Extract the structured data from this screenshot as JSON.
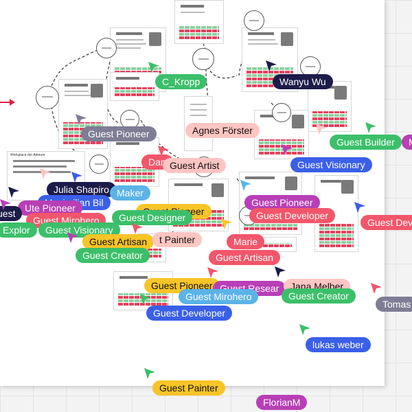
{
  "board": {
    "panel_title": "Workplace der Akteure",
    "accent_colors": {
      "red": "#e7405c",
      "green": "#8fcf9f",
      "connector": "#333333",
      "cursor_red": "#e21f45"
    }
  },
  "collaborators": [
    {
      "name": "C_Kropp",
      "color": "#3cbf6a",
      "text": "light"
    },
    {
      "name": "Wanyu Wu",
      "color": "#1d1b4a",
      "text": "light"
    },
    {
      "name": "Guest Pioneer",
      "color": "#7e7d95",
      "text": "light"
    },
    {
      "name": "Agnes Förster",
      "color": "#ffc5c2",
      "text": "dark"
    },
    {
      "name": "Guest Builder",
      "color": "#3cbf6a",
      "text": "light"
    },
    {
      "name": "M",
      "color": "#b83fb5",
      "text": "light"
    },
    {
      "name": "Dan",
      "color": "#f2566a",
      "text": "light"
    },
    {
      "name": "Guest Artist",
      "color": "#ffc5c2",
      "text": "dark"
    },
    {
      "name": "Guest Visionary",
      "color": "#3a5fe8",
      "text": "light"
    },
    {
      "name": "Julia Shapiro",
      "color": "#1d1b4a",
      "text": "light"
    },
    {
      "name": "Maker",
      "color": "#5bb3e8",
      "text": "light"
    },
    {
      "name": "Maximilian Bil",
      "color": "#3a5fe8",
      "text": "light"
    },
    {
      "name": "Ute Pioneer",
      "color": "#b83fb5",
      "text": "light"
    },
    {
      "name": "Guest Pioneer",
      "color": "#f7c527",
      "text": "dark"
    },
    {
      "name": "Guest Pioneer",
      "color": "#b83fb5",
      "text": "light"
    },
    {
      "name": "Guest Developer",
      "color": "#f2566a",
      "text": "light"
    },
    {
      "name": "Guest Dev",
      "color": "#f2566a",
      "text": "light"
    },
    {
      "name": "uest",
      "color": "#1d1b4a",
      "text": "light"
    },
    {
      "name": "Guest Mirohero",
      "color": "#f2566a",
      "text": "light"
    },
    {
      "name": "Guest Designer",
      "color": "#3cbf6a",
      "text": "light"
    },
    {
      "name": "Explor",
      "color": "#3cbf6a",
      "text": "light"
    },
    {
      "name": "Guest Visionary",
      "color": "#3cbf6a",
      "text": "light"
    },
    {
      "name": "Guest Artisan",
      "color": "#f7c527",
      "text": "dark"
    },
    {
      "name": "t Painter",
      "color": "#ffc5c2",
      "text": "dark"
    },
    {
      "name": "Marie",
      "color": "#f2566a",
      "text": "light"
    },
    {
      "name": "Guest Creator",
      "color": "#3cbf6a",
      "text": "light"
    },
    {
      "name": "Guest Artisan",
      "color": "#f2566a",
      "text": "light"
    },
    {
      "name": "Guest Pioneer",
      "color": "#f7c527",
      "text": "dark"
    },
    {
      "name": "Guest Resear",
      "color": "#b83fb5",
      "text": "light"
    },
    {
      "name": "Jana Melber",
      "color": "#ffc5c2",
      "text": "dark"
    },
    {
      "name": "Guest Creator",
      "color": "#3cbf6a",
      "text": "light"
    },
    {
      "name": "Guest Mirohero",
      "color": "#5bb3e8",
      "text": "light"
    },
    {
      "name": "Tomas",
      "color": "#7e7d95",
      "text": "light"
    },
    {
      "name": "Guest Developer",
      "color": "#3a5fe8",
      "text": "light"
    },
    {
      "name": "lukas weber",
      "color": "#3a5fe8",
      "text": "light"
    },
    {
      "name": "Guest Painter",
      "color": "#f7c527",
      "text": "dark"
    },
    {
      "name": "FlorianM",
      "color": "#b83fb5",
      "text": "light"
    }
  ]
}
